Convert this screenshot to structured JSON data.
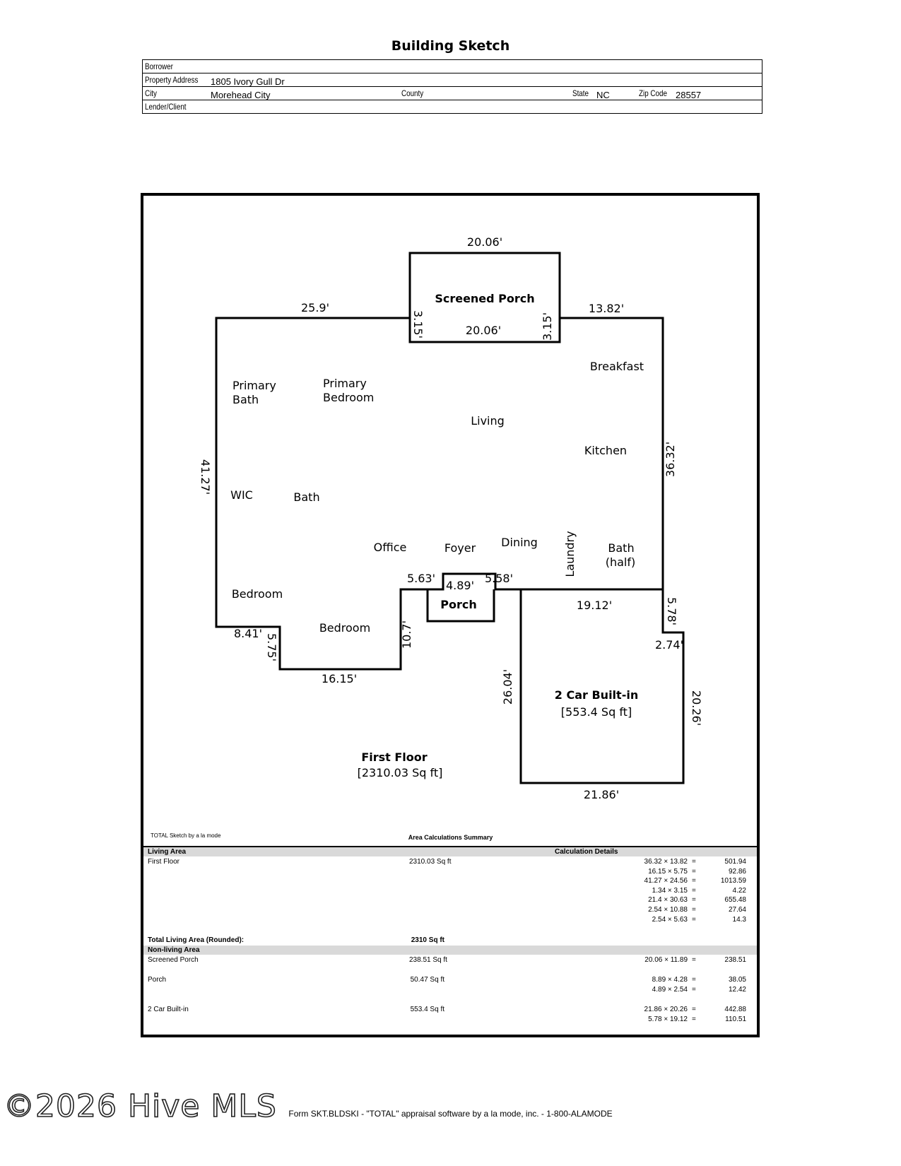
{
  "title": "Building Sketch",
  "header": {
    "borrower_label": "Borrower",
    "address_label": "Property Address",
    "address_value": "1805 Ivory Gull Dr",
    "city_label": "City",
    "city_value": "Morehead City",
    "county_label": "County",
    "state_label": "State",
    "state_value": "NC",
    "zip_label": "Zip Code",
    "zip_value": "28557",
    "lender_label": "Lender/Client"
  },
  "sketch": {
    "dims": {
      "porch_top": "20.06'",
      "porch_bottom": "20.06'",
      "porch_left": "3.15'",
      "porch_right": "3.15'",
      "top_left": "25.9'",
      "top_right": "13.82'",
      "left": "41.27'",
      "right": "36.32'",
      "bottom_left": "8.41'",
      "bottom_left_step": "5.75'",
      "bottom_mid": "16.15'",
      "mid_step": "10.7'",
      "entry_left": "5.63'",
      "entry_mid": "4.89'",
      "entry_right": "5.58'",
      "garage_top": "19.12'",
      "garage_step": "5.78'",
      "garage_step2": "2.74'",
      "garage_left": "26.04'",
      "garage_right": "20.26'",
      "garage_bottom": "21.86'"
    },
    "rooms": {
      "screened_porch": "Screened Porch",
      "primary_bath_1": "Primary",
      "primary_bath_2": "Bath",
      "primary_bedroom_1": "Primary",
      "primary_bedroom_2": "Bedroom",
      "breakfast": "Breakfast",
      "living": "Living",
      "kitchen": "Kitchen",
      "wic": "WIC",
      "bath": "Bath",
      "office": "Office",
      "foyer": "Foyer",
      "dining": "Dining",
      "laundry": "Laundry",
      "bath_half_1": "Bath",
      "bath_half_2": "(half)",
      "bedroom_1": "Bedroom",
      "bedroom_2": "Bedroom",
      "porch": "Porch",
      "garage_name": "2 Car Built-in",
      "garage_area": "[553.4 Sq ft]",
      "first_floor_name": "First Floor",
      "first_floor_area": "[2310.03 Sq ft]"
    },
    "credit": "TOTAL Sketch by a la mode"
  },
  "summary": {
    "title": "Area Calculations Summary",
    "living_area_label": "Living Area",
    "calc_details_label": "Calculation Details",
    "first_floor_label": "First Floor",
    "first_floor_value": "2310.03 Sq ft",
    "first_floor_calcs": [
      {
        "expr": "36.32 × 13.82",
        "eq": "=",
        "result": "501.94"
      },
      {
        "expr": "16.15 × 5.75",
        "eq": "=",
        "result": "92.86"
      },
      {
        "expr": "41.27 × 24.56",
        "eq": "=",
        "result": "1013.59"
      },
      {
        "expr": "1.34 × 3.15",
        "eq": "=",
        "result": "4.22"
      },
      {
        "expr": "21.4 × 30.63",
        "eq": "=",
        "result": "655.48"
      },
      {
        "expr": "2.54 × 10.88",
        "eq": "=",
        "result": "27.64"
      },
      {
        "expr": "2.54 × 5.63",
        "eq": "=",
        "result": "14.3"
      }
    ],
    "total_label": "Total Living Area (Rounded):",
    "total_value": "2310 Sq ft",
    "nonliving_label": "Non-living Area",
    "screened_label": "Screened Porch",
    "screened_value": "238.51 Sq ft",
    "screened_calcs": [
      {
        "expr": "20.06 × 11.89",
        "eq": "=",
        "result": "238.51"
      }
    ],
    "porch_label": "Porch",
    "porch_value": "50.47 Sq ft",
    "porch_calcs": [
      {
        "expr": "8.89 × 4.28",
        "eq": "=",
        "result": "38.05"
      },
      {
        "expr": "4.89 × 2.54",
        "eq": "=",
        "result": "12.42"
      }
    ],
    "garage_label": "2 Car Built-in",
    "garage_value": "553.4 Sq ft",
    "garage_calcs": [
      {
        "expr": "21.86 × 20.26",
        "eq": "=",
        "result": "442.88"
      },
      {
        "expr": "5.78 × 19.12",
        "eq": "=",
        "result": "110.51"
      }
    ]
  },
  "footer": {
    "watermark": "©2026 Hive MLS",
    "form_text": "Form SKT.BLDSKI - \"TOTAL\" appraisal software by a la mode, inc. - 1-800-ALAMODE"
  }
}
